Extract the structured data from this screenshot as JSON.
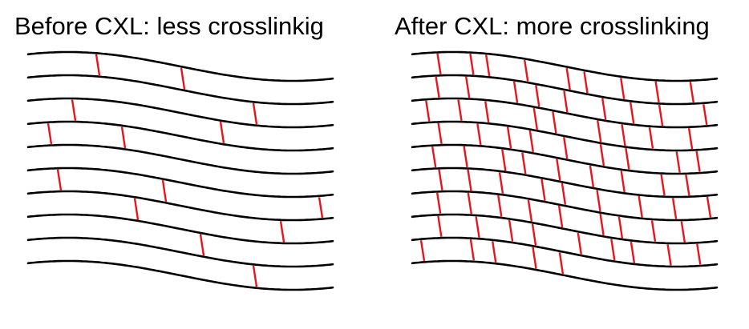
{
  "panels": [
    {
      "title": "Before CXL: less crosslinkig",
      "fibers": 10,
      "crosslinks": 14
    },
    {
      "title": "After CXL: more crosslinking",
      "fibers": 10,
      "crosslinks": 77
    }
  ],
  "colors": {
    "fiber": "#000000",
    "crosslink": "#e8141c",
    "background": "#ffffff"
  }
}
